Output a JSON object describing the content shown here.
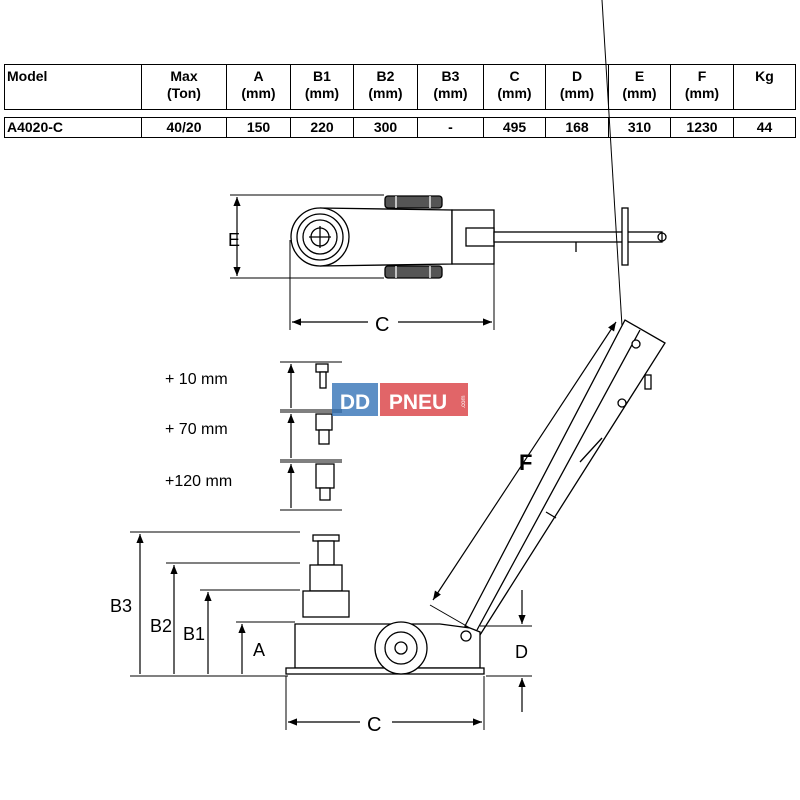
{
  "table": {
    "headers": [
      {
        "line1": "Model",
        "line2": ""
      },
      {
        "line1": "Max",
        "line2": "(Ton)"
      },
      {
        "line1": "A",
        "line2": "(mm)"
      },
      {
        "line1": "B1",
        "line2": "(mm)"
      },
      {
        "line1": "B2",
        "line2": "(mm)"
      },
      {
        "line1": "B3",
        "line2": "(mm)"
      },
      {
        "line1": "C",
        "line2": "(mm)"
      },
      {
        "line1": "D",
        "line2": "(mm)"
      },
      {
        "line1": "E",
        "line2": "(mm)"
      },
      {
        "line1": "F",
        "line2": "(mm)"
      },
      {
        "line1": "Kg",
        "line2": ""
      }
    ],
    "rows": [
      [
        "A4020-C",
        "40/20",
        "150",
        "220",
        "300",
        "-",
        "495",
        "168",
        "310",
        "1230",
        "44"
      ]
    ]
  },
  "labels": {
    "e": "E",
    "c_top": "C",
    "c_bottom": "C",
    "f": "F",
    "d": "D",
    "a": "A",
    "b1": "B1",
    "b2": "B2",
    "b3": "B3"
  },
  "extensions": [
    {
      "label": "+  10 mm"
    },
    {
      "label": "+  70 mm"
    },
    {
      "label": "+120 mm"
    }
  ],
  "watermark": {
    "left": "DD",
    "right": "PNEU",
    "small": ".com"
  },
  "colors": {
    "watermark_blue": "#2f6fb5",
    "watermark_red": "#d83a3e"
  }
}
